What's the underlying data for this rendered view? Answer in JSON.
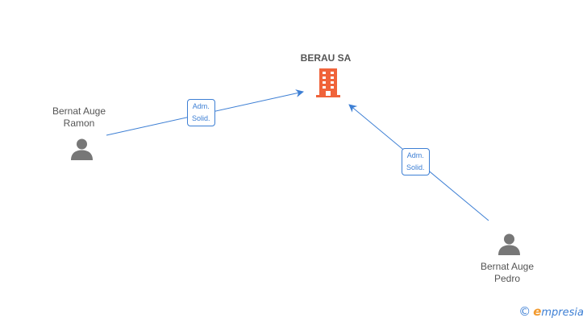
{
  "company": {
    "name": "BERAU SA",
    "icon": "building-icon",
    "color": "#f0633a"
  },
  "people": [
    {
      "name_line1": "Bernat Auge",
      "name_line2": "Ramon",
      "icon": "person-icon"
    },
    {
      "name_line1": "Bernat Auge",
      "name_line2": "Pedro",
      "icon": "person-icon"
    }
  ],
  "edges": [
    {
      "from": "Bernat Auge Ramon",
      "to": "BERAU SA",
      "label_line1": "Adm.",
      "label_line2": "Solid."
    },
    {
      "from": "Bernat Auge Pedro",
      "to": "BERAU SA",
      "label_line1": "Adm.",
      "label_line2": "Solid."
    }
  ],
  "colors": {
    "edge": "#3d7fd4",
    "person": "#777777",
    "text": "#555555"
  },
  "footer": {
    "copyright_symbol": "©",
    "brand_initial": "e",
    "brand_rest": "mpresia"
  }
}
